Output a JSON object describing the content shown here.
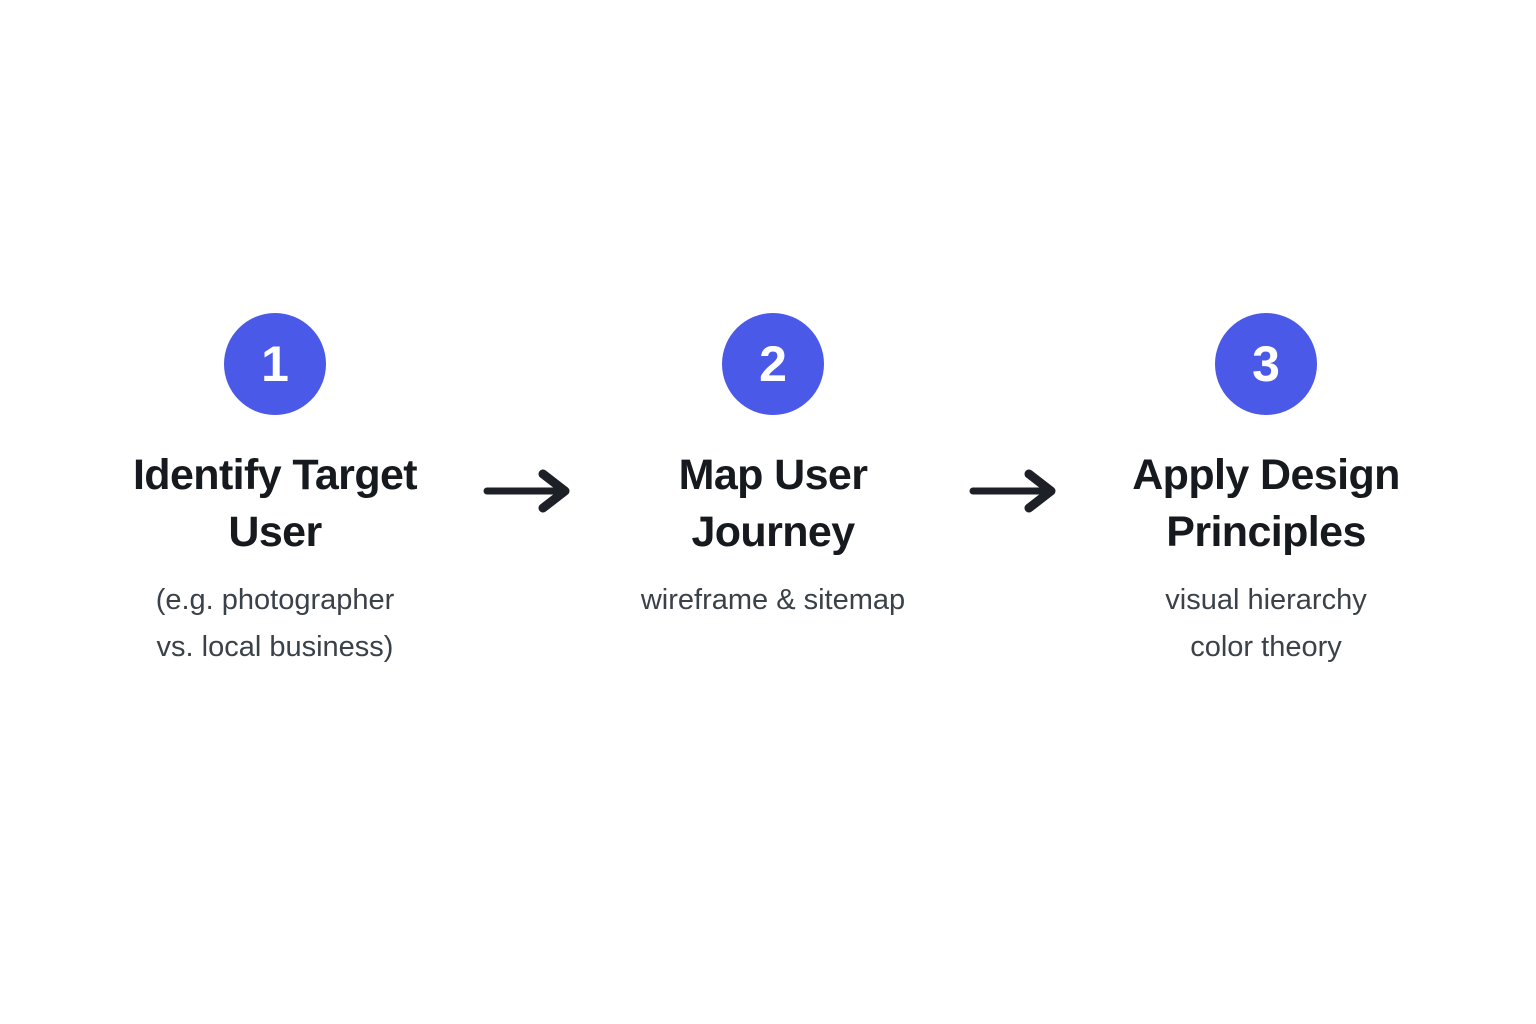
{
  "diagram": {
    "steps": [
      {
        "number": "1",
        "title": "Identify Target\nUser",
        "subtitle": "(e.g. photographer\nvs. local business)"
      },
      {
        "number": "2",
        "title": "Map User\nJourney",
        "subtitle": "wireframe & sitemap"
      },
      {
        "number": "3",
        "title": "Apply Design\nPrinciples",
        "subtitle": "visual hierarchy\ncolor theory"
      }
    ],
    "colors": {
      "background": "#ffffff",
      "circle": "#4b59e8",
      "circle_number": "#ffffff",
      "title": "#16191d",
      "subtitle": "#3a4149",
      "arrow": "#1d2127"
    }
  }
}
